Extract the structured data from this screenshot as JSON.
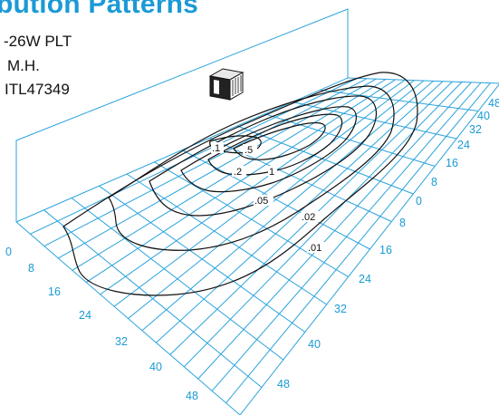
{
  "title": "bution Patterns",
  "spec_lines": [
    "-26W PLT",
    "M.H.",
    "ITL47349"
  ],
  "left_axis_labels": [
    "0",
    "8",
    "16",
    "24",
    "32",
    "40",
    "48"
  ],
  "right_axis_labels": [
    "48",
    "40",
    "32",
    "24",
    "16",
    "8",
    "0",
    "8",
    "16",
    "24",
    "32",
    "40",
    "48"
  ],
  "contour_labels": [
    ".1",
    ".5",
    ".2",
    "1",
    ".05",
    ".02",
    ".01"
  ],
  "colors": {
    "accent": "#1a9ad6",
    "grid": "#2aa3dc",
    "contour": "#111111"
  },
  "icons": {
    "fixture": "wall-fixture-icon"
  }
}
